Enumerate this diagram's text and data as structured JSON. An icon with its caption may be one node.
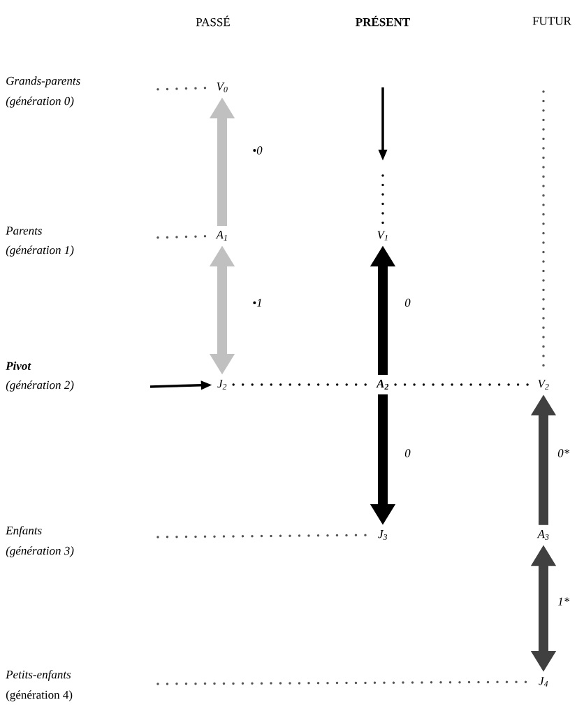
{
  "diagram": {
    "nodes": [
      {
        "text": [
          "V$_{0}$"
        ]
      },
      {
        "text": [
          "A$_{1}$"
        ]
      },
      {
        "text": [
          "J$_{2}$"
        ]
      },
      {
        "text": [
          "V$_{1}$"
        ]
      },
      {
        "text": [
          "A$_{2}$"
        ]
      },
      {
        "text": [
          "V$_{2}$"
        ]
      },
      {
        "text": [
          "J$_{3}$"
        ]
      },
      {
        "text": [
          "A$_{3}$"
        ]
      },
      {
        "text": [
          "J$_{4}$"
        ]
      }
    ],
    "edges": [
      {
        "from": 1,
        "to": 0,
        "arrow": "to",
        "label": "•0",
        "style": "thick",
        "color": "#c0c0c0"
      },
      {
        "from": 1,
        "to": 2,
        "arrow": "both",
        "label": "•1",
        "style": "thick",
        "color": "#c0c0c0"
      },
      {
        "from": 4,
        "to": 3,
        "arrow": "to",
        "label": "0",
        "style": "thick"
      },
      {
        "from": 4,
        "to": 6,
        "arrow": "to",
        "label": "0",
        "style": "thick"
      },
      {
        "from": 7,
        "to": 5,
        "arrow": "to",
        "label": "0*",
        "style": "thick",
        "color": "#404040"
      },
      {
        "from": 7,
        "to": 8,
        "arrow": "both",
        "label": "1*",
        "style": "thick",
        "color": "#404040"
      },
      {
        "from": null,
        "to": 2,
        "arrow": "to"
      },
      {
        "from": null,
        "to": 3,
        "arrow": "none",
        "style": "dashed"
      },
      {
        "from": 2,
        "to": 4,
        "arrow": "none",
        "style": "dashed"
      },
      {
        "from": 4,
        "to": 5,
        "arrow": "none",
        "style": "dashed"
      },
      {
        "from": null,
        "to": 5,
        "arrow": "none",
        "style": "dashed",
        "color": "#555555"
      },
      {
        "from": null,
        "to": 0,
        "arrow": "none",
        "style": "dashed",
        "color": "#555555"
      },
      {
        "from": null,
        "to": 1,
        "arrow": "none",
        "style": "dashed",
        "color": "#555555"
      },
      {
        "from": null,
        "to": 6,
        "arrow": "none",
        "style": "dashed",
        "color": "#555555"
      },
      {
        "from": null,
        "to": 8,
        "arrow": "none",
        "style": "dashed",
        "color": "#555555"
      }
    ],
    "labels": [
      "PASSÉ",
      "PRÉSENT",
      "FUTUR",
      "Grands-parents",
      "(génération 0)",
      "Parents",
      "(génération 1)",
      "Pivot",
      "(génération 2)",
      "Enfants",
      "(génération 3)",
      "Petits-enfants",
      "(génération 4)"
    ]
  }
}
